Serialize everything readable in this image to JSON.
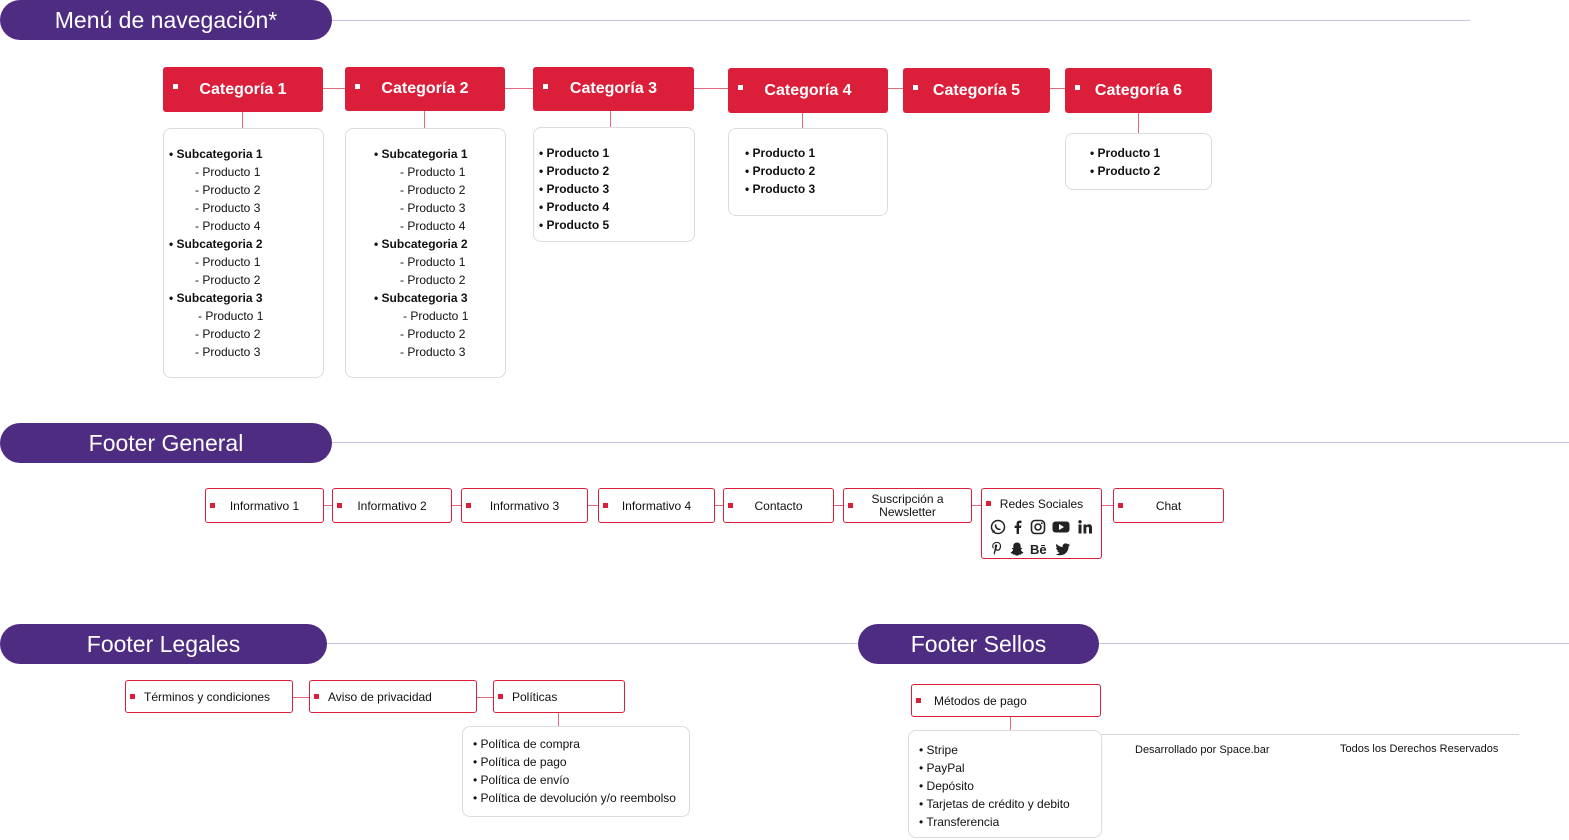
{
  "sections": {
    "nav": "Menú de navegación*",
    "footer_general": "Footer General",
    "footer_legales": "Footer Legales",
    "footer_sellos": "Footer Sellos"
  },
  "categories": [
    {
      "label": "Categoría 1"
    },
    {
      "label": "Categoría 2"
    },
    {
      "label": "Categoría 3"
    },
    {
      "label": "Categoría 4"
    },
    {
      "label": "Categoría 5"
    },
    {
      "label": "Categoría 6"
    }
  ],
  "cat1_items": [
    "• Subcategoria 1",
    "- Producto 1",
    "- Producto 2",
    "- Producto 3",
    "- Producto 4",
    "• Subcategoria 2",
    "- Producto 1",
    "- Producto 2",
    "• Subcategoria 3",
    "- Producto 1",
    "- Producto 2",
    "- Producto 3"
  ],
  "cat2_items": [
    "• Subcategoria 1",
    "- Producto 1",
    "- Producto 2",
    "- Producto 3",
    "- Producto 4",
    "• Subcategoria 2",
    "- Producto 1",
    "- Producto 2",
    "• Subcategoria 3",
    "- Producto 1",
    "- Producto 2",
    "- Producto 3"
  ],
  "cat3_items": [
    "• Producto 1",
    "• Producto 2",
    "• Producto 3",
    "• Producto 4",
    "• Producto 5"
  ],
  "cat4_items": [
    "• Producto 1",
    "• Producto 2",
    "• Producto 3"
  ],
  "cat6_items": [
    "• Producto 1",
    "• Producto 2"
  ],
  "footer_general": [
    {
      "label": "Informativo 1"
    },
    {
      "label": "Informativo 2"
    },
    {
      "label": "Informativo 3"
    },
    {
      "label": "Informativo 4"
    },
    {
      "label": "Contacto"
    },
    {
      "label": "Suscripción a\nNewsletter",
      "line1": "Suscripción a",
      "line2": "Newsletter"
    },
    {
      "label": "Redes Sociales"
    },
    {
      "label": "Chat"
    }
  ],
  "social_icons": [
    "whatsapp-icon",
    "facebook-icon",
    "instagram-icon",
    "youtube-icon",
    "linkedin-icon",
    "pinterest-icon",
    "snapchat-icon",
    "behance-icon",
    "twitter-icon"
  ],
  "footer_legales": [
    {
      "label": "Términos y condiciones"
    },
    {
      "label": "Aviso de privacidad"
    },
    {
      "label": "Políticas"
    }
  ],
  "politicas_items": [
    "• Política de compra",
    "• Política de pago",
    "• Política de envío",
    "• Política de devolución y/o reembolso"
  ],
  "footer_sellos": {
    "box": "Métodos de pago",
    "items": [
      "• Stripe",
      "• PayPal",
      "• Depósito",
      "• Tarjetas de crédito y debito",
      "• Transferencia"
    ],
    "dev": "Desarrollado por Space.bar",
    "rights": "Todos los Derechos Reservados"
  },
  "colors": {
    "purple": "#4d2c82",
    "red": "#db1f3a",
    "line": "#c8c3e6"
  }
}
